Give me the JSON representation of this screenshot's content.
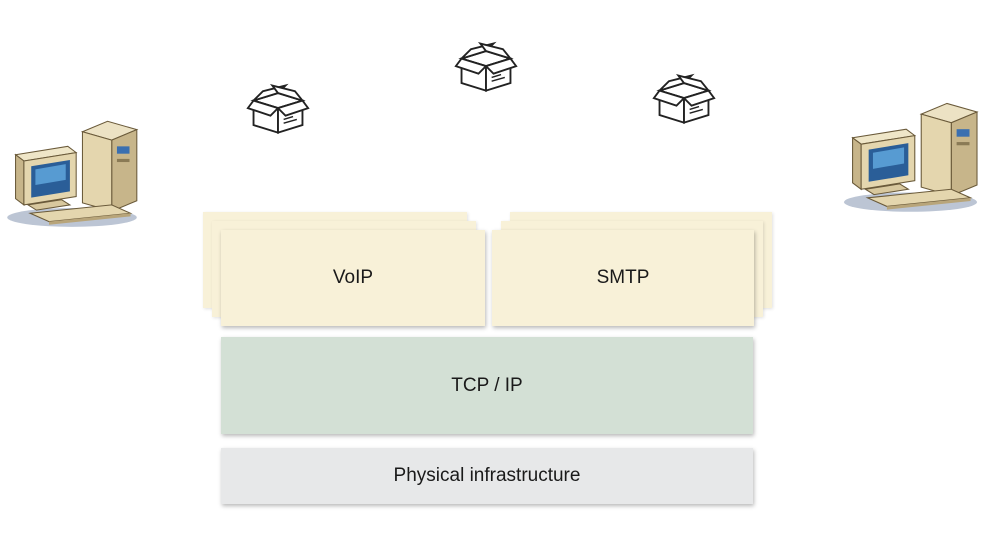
{
  "layers": {
    "voip": "VoIP",
    "smtp": "SMTP",
    "tcp_ip": "TCP / IP",
    "physical": "Physical infrastructure"
  },
  "icons": {
    "left_computer": "desktop-computer-icon",
    "right_computer": "desktop-computer-icon",
    "packets": [
      "packet-box-icon",
      "packet-box-icon",
      "packet-box-icon"
    ]
  },
  "colors": {
    "application_layer": "#f8f1d8",
    "transport_layer": "#d3e0d5",
    "physical_layer": "#e7e8e9"
  }
}
